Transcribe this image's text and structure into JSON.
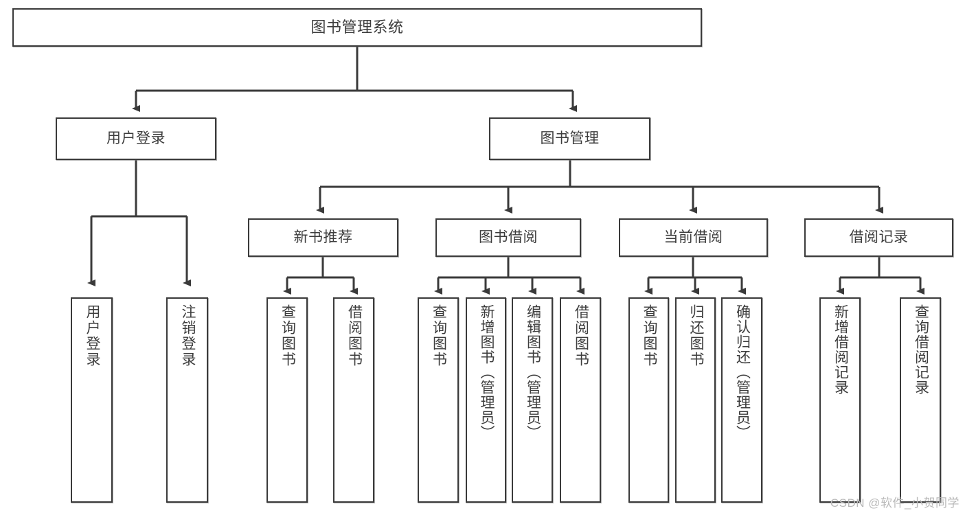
{
  "diagram": {
    "type": "tree",
    "title": "图书管理系统",
    "watermark": "CSDN @软件_小贺同学",
    "colors": {
      "box_stroke": "#3a3a3a",
      "box_fill": "#ffffff",
      "edge": "#3a3a3a",
      "text": "#3d3d3d",
      "watermark": "#b9b9b9"
    },
    "nodes": {
      "root": {
        "label": "图书管理系统"
      },
      "level2": [
        {
          "label": "用户登录"
        },
        {
          "label": "图书管理"
        }
      ],
      "level3": [
        {
          "label": "新书推荐"
        },
        {
          "label": "图书借阅"
        },
        {
          "label": "当前借阅"
        },
        {
          "label": "借阅记录"
        }
      ],
      "leaves": [
        {
          "label": "用户登录"
        },
        {
          "label": "注销登录"
        },
        {
          "label": "查询图书"
        },
        {
          "label": "借阅图书"
        },
        {
          "label": "查询图书"
        },
        {
          "label": "新增图书（管理员）"
        },
        {
          "label": "编辑图书（管理员）"
        },
        {
          "label": "借阅图书"
        },
        {
          "label": "查询图书"
        },
        {
          "label": "归还图书"
        },
        {
          "label": "确认归还（管理员）"
        },
        {
          "label": "新增借阅记录"
        },
        {
          "label": "查询借阅记录"
        }
      ]
    },
    "edges": [
      {
        "from": "图书管理系统",
        "to": "用户登录"
      },
      {
        "from": "图书管理系统",
        "to": "图书管理"
      },
      {
        "from": "用户登录",
        "to": "用户登录"
      },
      {
        "from": "用户登录",
        "to": "注销登录"
      },
      {
        "from": "图书管理",
        "to": "新书推荐"
      },
      {
        "from": "图书管理",
        "to": "图书借阅"
      },
      {
        "from": "图书管理",
        "to": "当前借阅"
      },
      {
        "from": "图书管理",
        "to": "借阅记录"
      },
      {
        "from": "新书推荐",
        "to": "查询图书"
      },
      {
        "from": "新书推荐",
        "to": "借阅图书"
      },
      {
        "from": "图书借阅",
        "to": "查询图书"
      },
      {
        "from": "图书借阅",
        "to": "新增图书（管理员）"
      },
      {
        "from": "图书借阅",
        "to": "编辑图书（管理员）"
      },
      {
        "from": "图书借阅",
        "to": "借阅图书"
      },
      {
        "from": "当前借阅",
        "to": "查询图书"
      },
      {
        "from": "当前借阅",
        "to": "归还图书"
      },
      {
        "from": "当前借阅",
        "to": "确认归还（管理员）"
      },
      {
        "from": "借阅记录",
        "to": "新增借阅记录"
      },
      {
        "from": "借阅记录",
        "to": "查询借阅记录"
      }
    ]
  }
}
